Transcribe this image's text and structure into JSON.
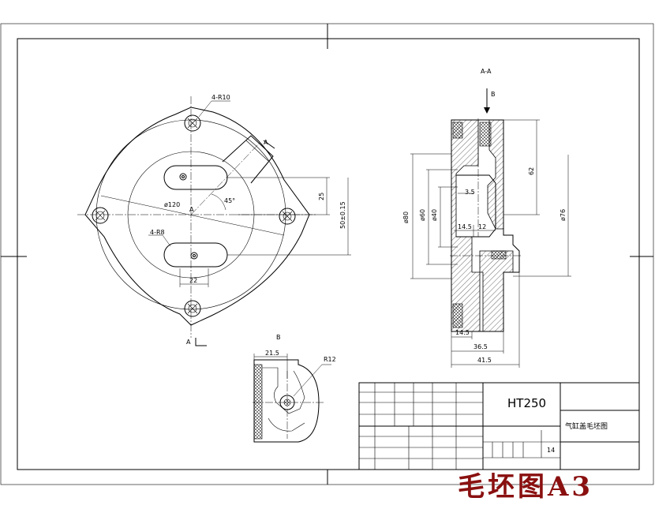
{
  "drawing": {
    "material": "HT250",
    "part_name": "气缸盖毛坯图",
    "sheet_number": "14",
    "stamp": "毛坯图A3"
  },
  "front_view": {
    "labels": {
      "fillet_outer": "4-R10",
      "fillet_slot": "4-R8",
      "diameter_120": "ø120",
      "angle": "45°",
      "center": "A",
      "section_mark_top": "A",
      "section_mark_bottom": "A"
    },
    "dims": {
      "d25": "25",
      "d50": "50±0.15",
      "d22": "22"
    }
  },
  "section_view": {
    "title": "A-A",
    "arrow_label": "B",
    "dims": {
      "d80": "ø80",
      "d60": "ø60",
      "d40": "ø40",
      "d3_5": "3.5",
      "d14_5_a": "14.5",
      "d12": "12",
      "d62": "62",
      "d76": "ø76",
      "d14_5_b": "14.5",
      "d36_5": "36.5",
      "d41_5": "41.5"
    }
  },
  "b_view": {
    "title": "B",
    "dims": {
      "d21_5": "21.5",
      "r12": "R12"
    }
  }
}
